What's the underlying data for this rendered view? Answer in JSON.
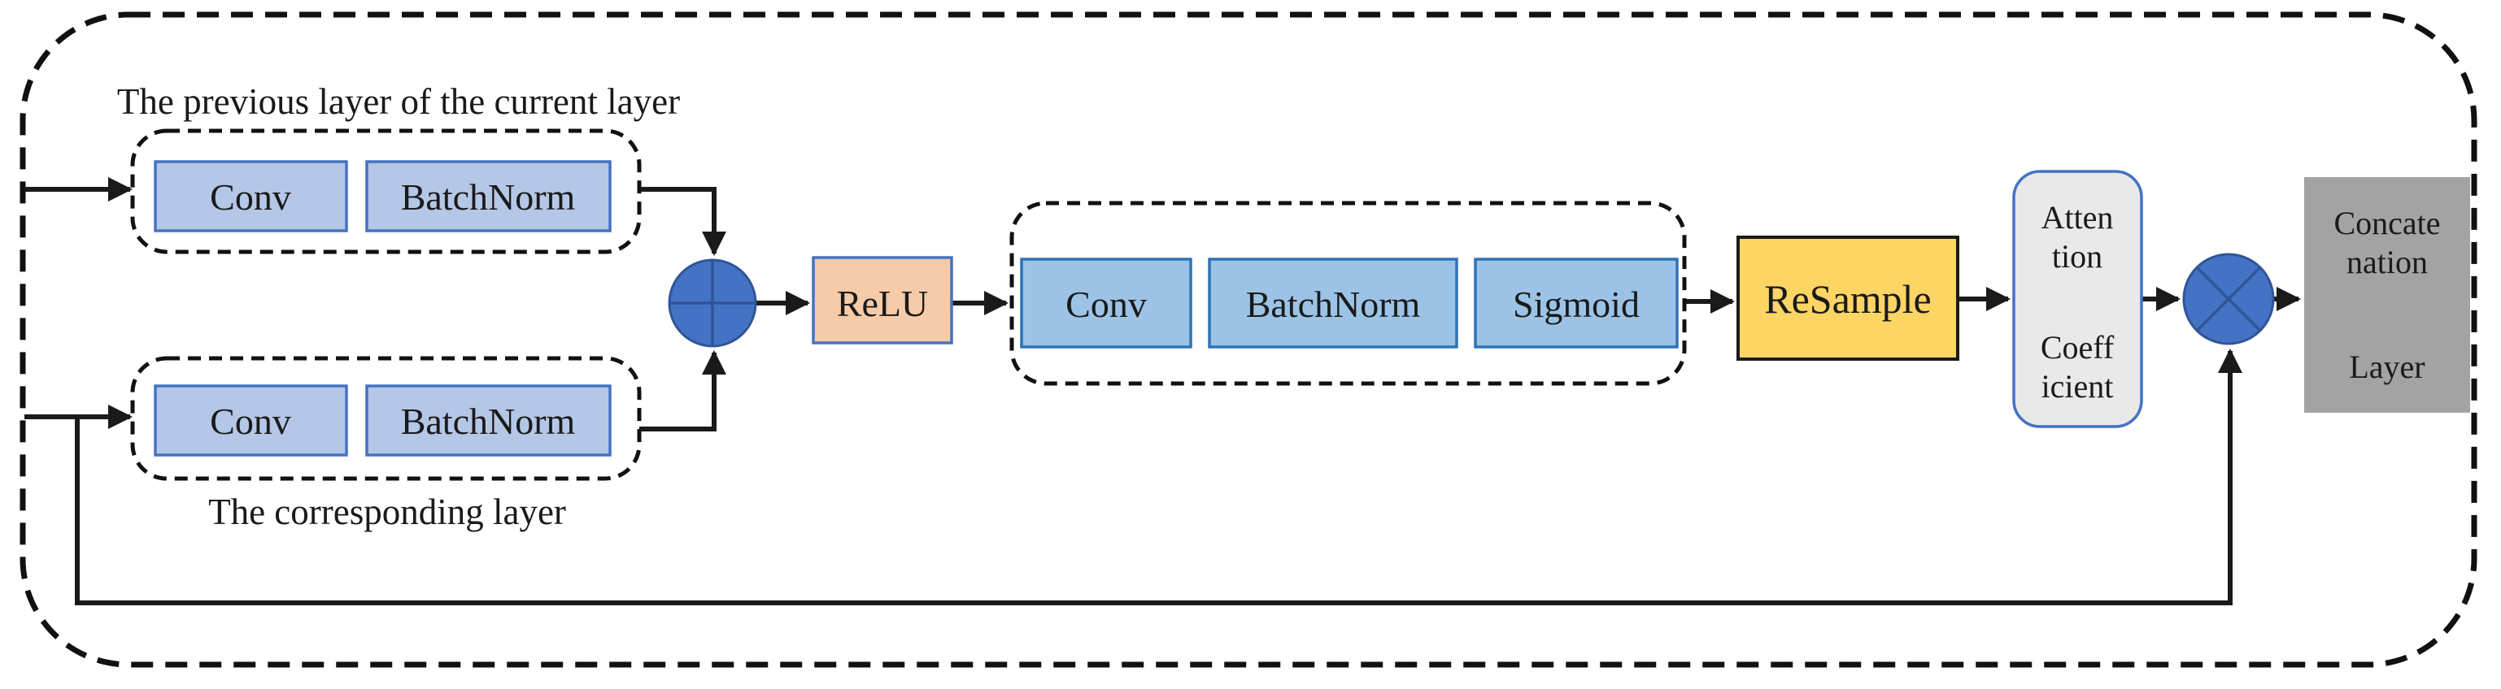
{
  "colors": {
    "box_blue_light": "#B5C7E7",
    "box_blue_light_border": "#4472C4",
    "box_blue_mid": "#9CC3E6",
    "box_blue_mid_border": "#2E74B5",
    "relu_fill": "#F5CBA9",
    "relu_border": "#4472C4",
    "resample_fill": "#FCD565",
    "resample_border": "#1A1A1A",
    "attention_fill": "#E9E9E9",
    "attention_border": "#4472C4",
    "concat_fill": "#A3A3A3",
    "operator_fill": "#4472C4",
    "operator_border": "#2F5597",
    "line_color": "#1A1A1A"
  },
  "annotations": {
    "previous_layer": "The previous layer of the current layer",
    "corresponding_layer": "The corresponding layer"
  },
  "previous_branch": {
    "conv": "Conv",
    "batchnorm": "BatchNorm"
  },
  "corresponding_branch": {
    "conv": "Conv",
    "batchnorm": "BatchNorm"
  },
  "relu": {
    "label": "ReLU"
  },
  "gating_group": {
    "conv": "Conv",
    "batchnorm": "BatchNorm",
    "sigmoid": "Sigmoid"
  },
  "resample": {
    "label": "ReSample"
  },
  "attention_coefficient": {
    "line1": "Atten",
    "line2": "tion",
    "line3": "Coeff",
    "line4": "icient"
  },
  "concatenation": {
    "line1": "Concate",
    "line2": "nation",
    "line3": "Layer"
  },
  "operators": {
    "add": "⊕",
    "multiply": "⊗"
  }
}
